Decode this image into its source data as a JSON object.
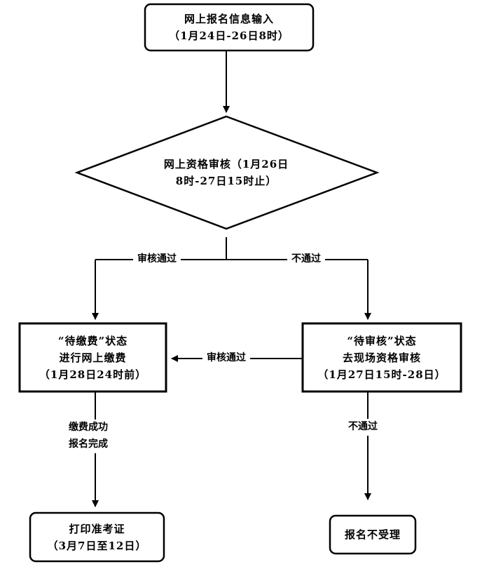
{
  "diagram": {
    "start": [
      "网上报名信息输入",
      "（1月24日-26日8时）"
    ],
    "review": [
      "网上资格审核（1月26日",
      "8时-27日15时止）"
    ],
    "pay": [
      "“待缴费”状态",
      "进行网上缴费",
      "（1月28日24时前）"
    ],
    "onsite": [
      "“待审核”状态",
      "去现场资格审核",
      "（1月27日15时-28日）"
    ],
    "print": [
      "打印准考证",
      "（3月7日至12日）"
    ],
    "reject": [
      "报名不受理"
    ]
  },
  "edges": {
    "pass_label": "审核通过",
    "fail_label": "不通过",
    "onsite_pass_label": "审核通过",
    "onsite_fail_label": "不通过",
    "paid_label": [
      "缴费成功",
      "报名完成"
    ]
  }
}
